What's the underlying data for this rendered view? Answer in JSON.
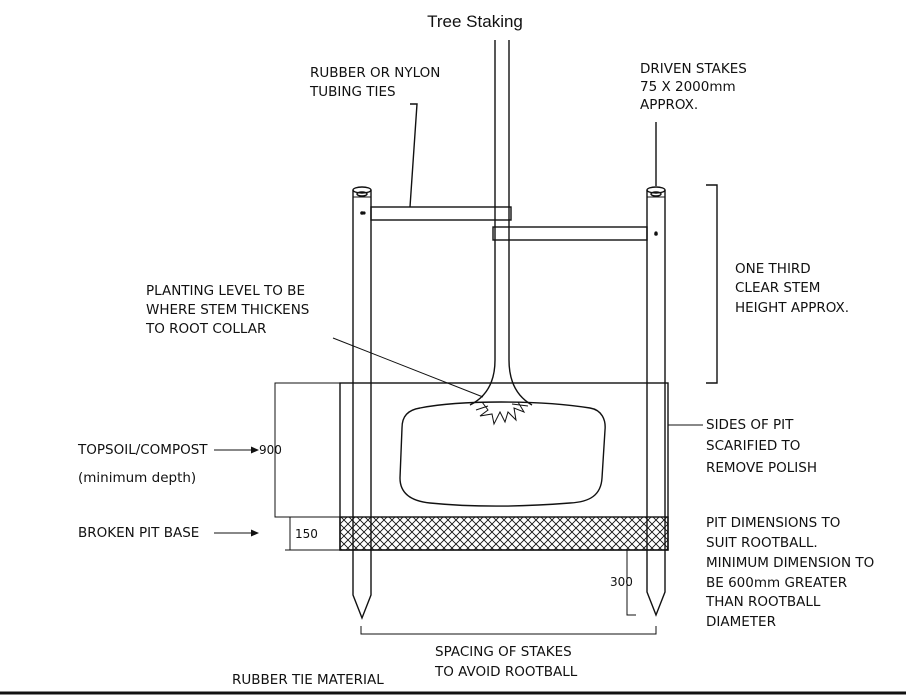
{
  "diagram": {
    "title": "Tree Staking",
    "labels": {
      "ties": [
        "RUBBER OR NYLON",
        "TUBING TIES"
      ],
      "stakes": [
        "DRIVEN STAKES",
        "75 X 2000mm",
        "APPROX."
      ],
      "planting": [
        "PLANTING LEVEL TO BE",
        "WHERE STEM THICKENS",
        "TO ROOT COLLAR"
      ],
      "clear_stem": [
        "ONE THIRD",
        "CLEAR STEM",
        "HEIGHT APPROX."
      ],
      "topsoil": "TOPSOIL/COMPOST",
      "min_depth": "(minimum depth)",
      "sides": [
        "SIDES OF PIT",
        "SCARIFIED TO",
        "REMOVE POLISH"
      ],
      "pit_base": "BROKEN PIT BASE",
      "pit_dims": [
        "PIT DIMENSIONS TO",
        "SUIT ROOTBALL.",
        "MINIMUM DIMENSION TO",
        "BE 600mm GREATER",
        "THAN ROOTBALL",
        "DIAMETER"
      ],
      "spacing": [
        "SPACING OF STAKES",
        "TO AVOID ROOTBALL"
      ],
      "rubber_tie": "RUBBER TIE MATERIAL"
    },
    "dimensions": {
      "topsoil_depth": "900",
      "base_depth": "150",
      "stake_below_pit": "300"
    }
  }
}
